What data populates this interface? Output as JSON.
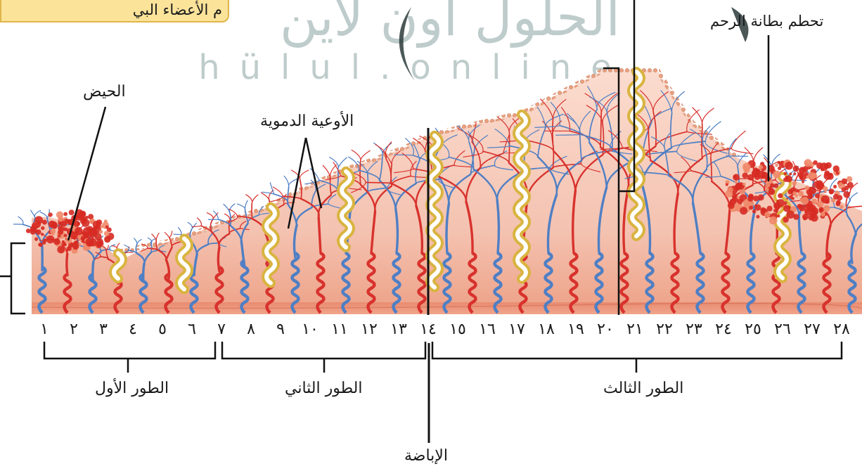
{
  "top_badge": "م الأعضاء البي",
  "watermark": {
    "arabic": "الحلول أون لاين",
    "latin": "hülul.online"
  },
  "labels": {
    "menstruation": "الحيض",
    "blood_vessels": "الأوعية الدموية",
    "endometrium_breakdown": "تحطم بطانة الرحم",
    "ovulation": "الإباضة"
  },
  "phases": [
    {
      "label": "الطور الأول",
      "from_day": 1,
      "to_day": 7
    },
    {
      "label": "الطور الثاني",
      "from_day": 7,
      "to_day": 14
    },
    {
      "label": "الطور الثالث",
      "from_day": 14,
      "to_day": 28
    }
  ],
  "days": [
    "١",
    "٢",
    "٣",
    "٤",
    "٥",
    "٦",
    "٧",
    "٨",
    "٩",
    "١٠",
    "١١",
    "١٢",
    "١٣",
    "١٤",
    "١٥",
    "١٦",
    "١٧",
    "١٨",
    "١٩",
    "٢٠",
    "٢١",
    "٢٢",
    "٢٣",
    "٢٤",
    "٢٥",
    "٢٦",
    "٢٧",
    "٢٨"
  ],
  "colors": {
    "artery": "#d8322d",
    "vein": "#4f7fc4",
    "gland": "#d9b440",
    "tissue": "#f6cfc0",
    "muscle": "#e7866a",
    "blood": "#d62a22"
  }
}
